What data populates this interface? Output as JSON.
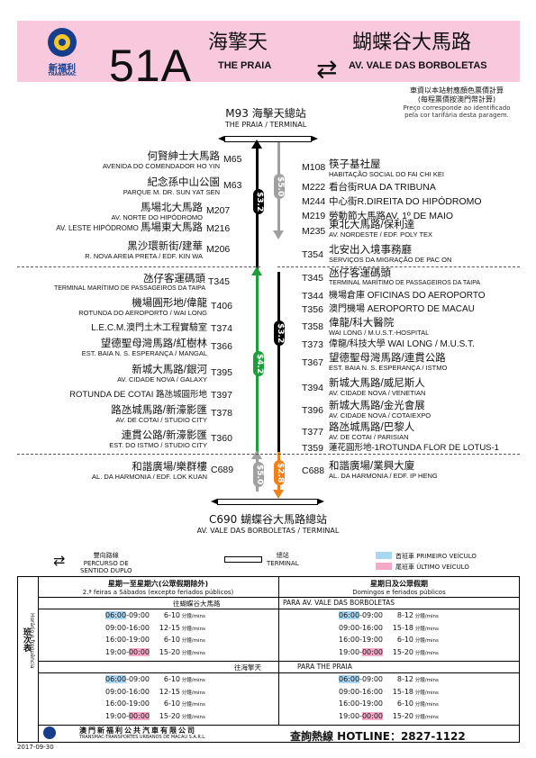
{
  "header": {
    "brand_cn": "新福利",
    "brand_en": "TRANSMAC",
    "route": "51A",
    "from_cn": "海擎天",
    "from_en": "THE PRAIA",
    "swap_symbol": "⇄",
    "to_cn": "蝴蝶谷大馬路",
    "to_en": "AV. VALE DAS BORBOLETAS"
  },
  "fare_note": {
    "line1": "車資以本站射應顏色票價計算",
    "line2": "(每程票價按澳門幣計算)",
    "line3": "Preço corresponde ao identificado",
    "line4": "pela cor tarifária desta paragem."
  },
  "terminal_top": {
    "code_cn": "M93 海擊天總站",
    "en": "THE PRAIA / TERMINAL"
  },
  "terminal_bottom": {
    "code_cn": "C690 蝴蝶谷大馬路總站",
    "en": "AV. VALE DAS BORBOLETAS / TERMINAL"
  },
  "fares": {
    "black_up": "$3.2",
    "grey_down": "$5.0",
    "black_down": "$3.2",
    "green_up": "$4.2",
    "grey_bottom": "$5.0",
    "orange_bottom": "$2.8",
    "colors": {
      "black": "#000000",
      "grey": "#a0a0a0",
      "green": "#1e9e3a",
      "orange": "#f07f1d"
    }
  },
  "left_stops": [
    {
      "code": "M65",
      "cn": "何賢紳士大馬路",
      "en": "AVENIDA DO COMENDADOR HO YIN"
    },
    {
      "code": "M63",
      "cn": "紀念孫中山公園",
      "en": "PARQUE M. DR. SUN YAT SEN"
    },
    {
      "code": "M207",
      "cn": "馬場北大馬路",
      "en": "AV. NORTE DO HIPÓDROMO"
    },
    {
      "code": "M216",
      "cn": "馬場東大馬路",
      "en": "AV. LESTE HIPÓDROMO"
    },
    {
      "code": "M206",
      "cn": "黑沙環新街/建華",
      "en": "R. NOVA AREIA PRETA / EDF. KIN WA"
    },
    {
      "code": "T345",
      "cn": "氹仔客運碼頭",
      "en": "TERMINAL MARÍTIMO DE PASSAGEIROS DA TAIPA"
    },
    {
      "code": "T406",
      "cn": "機場圓形地/偉龍",
      "en": "ROTUNDA DO AEROPORTO / WAI LONG"
    },
    {
      "code": "T374",
      "cn": "L.E.C.M.澳門土木工程實驗室",
      "en": ""
    },
    {
      "code": "T366",
      "cn": "望德聖母灣馬路/紅樹林",
      "en": "EST. BAIA N. S. ESPERANÇA / MANGAL"
    },
    {
      "code": "T395",
      "cn": "新城大馬路/銀河",
      "en": "AV. CIDADE NOVA / GALAXY"
    },
    {
      "code": "T397",
      "cn": "ROTUNDA DE COTAI 路氹城圓形地",
      "en": ""
    },
    {
      "code": "T378",
      "cn": "路氹城馬路/新濠影匯",
      "en": "AV. DE COTAI / STUDIO CITY"
    },
    {
      "code": "T360",
      "cn": "連貫公路/新濠影匯",
      "en": "EST. DO ISTMO / STUDIO CITY"
    },
    {
      "code": "C689",
      "cn": "和諧廣場/樂群樓",
      "en": "AL. DA HARMONIA / EDF. LOK KUAN"
    }
  ],
  "right_stops": [
    {
      "code": "M108",
      "cn": "筷子基社屋",
      "en": "HABITAÇÃO SOCIAL DO FAI CHI KEI"
    },
    {
      "code": "M222",
      "cn": "看台街RUA DA TRIBUNA",
      "en": ""
    },
    {
      "code": "M244",
      "cn": "中心街R.DIREITA DO HIPÓDROMO",
      "en": ""
    },
    {
      "code": "M219",
      "cn": "勞動節大馬路AV. 1º DE MAIO",
      "en": ""
    },
    {
      "code": "M235",
      "cn": "東北大馬路/保利達",
      "en": "AV. NORDESTE / EDF. POLY TEX"
    },
    {
      "code": "T354",
      "cn": "北安出入境事務廳",
      "en": "SERVIÇOS DA MIGRAÇÃO DE PAC ON"
    },
    {
      "code": "T345",
      "cn": "氹仔客運碼頭",
      "en": "TERMINAL MARÍTIMO DE PASSAGEIROS DA TAIPA"
    },
    {
      "code": "T344",
      "cn": "機場倉庫 OFICINAS DO AEROPORTO",
      "en": ""
    },
    {
      "code": "T356",
      "cn": "澳門機場 AEROPORTO DE MACAU",
      "en": ""
    },
    {
      "code": "T358",
      "cn": "偉龍/科大醫院",
      "en": "WAI LONG / M.U.S.T.-HOSPITAL"
    },
    {
      "code": "T373",
      "cn": "偉龍/科技大學 WAI LONG / M.U.S.T.",
      "en": ""
    },
    {
      "code": "T367",
      "cn": "望德聖母灣馬路/連貫公路",
      "en": "EST. BAIA N. S. ESPERANÇA / ISTMO"
    },
    {
      "code": "T394",
      "cn": "新城大馬路/威尼斯人",
      "en": "AV. CIDADE NOVA / VENETIAN"
    },
    {
      "code": "T396",
      "cn": "新城大馬路/金光會展",
      "en": "AV. CIDADE NOVA / COTAIEXPO"
    },
    {
      "code": "T377",
      "cn": "路氹城馬路/巴黎人",
      "en": "AV. DE COTAI / PARISIAN"
    },
    {
      "code": "T359",
      "cn": "蓮花圓形地-1ROTUNDA FLOR DE LOTUS-1",
      "en": ""
    },
    {
      "code": "C688",
      "cn": "和諧廣場/業興大廈",
      "en": "AL. DA HARMONIA / EDF. IP HENG"
    }
  ],
  "legend": {
    "double_cn": "雙向路線",
    "double_pt1": "PERCURSO DE",
    "double_pt2": "SENTIDO DUPLO",
    "terminal_cn": "總站",
    "terminal_pt": "TERMINAL",
    "first_cn": "首班車 PRIMEIRO VEÍCULO",
    "last_cn": "尾班車 ÚLTIMO VEÍCULO"
  },
  "schedule": {
    "side_cn": "班次表",
    "side_pt": "Horário e frequência",
    "weekday_title": "星期一至星期六(公眾假期除外)",
    "weekday_pt": "2.ª feiras a Sábados (excepto feriados públicos)",
    "holiday_title": "星期日及公眾假期",
    "holiday_pt": "Domingos e feriados públicos",
    "dir1_left": "往蝴蝶谷大馬路",
    "dir1_right": "PARA AV. VALE DAS BORBOLETAS",
    "dir2_left": "往海擎天",
    "dir2_right": "PARA THE PRAIA",
    "unit": "分鐘/mins",
    "dir1_weekday": [
      {
        "start": "06:00",
        "end": "09:00",
        "freq": "6-10"
      },
      {
        "start": "09:00",
        "end": "16:00",
        "freq": "12-15"
      },
      {
        "start": "16:00",
        "end": "19:00",
        "freq": "6-10"
      },
      {
        "start": "19:00",
        "end": "00:00",
        "freq": "15-20"
      }
    ],
    "dir1_holiday": [
      {
        "start": "06:00",
        "end": "09:00",
        "freq": "8-12"
      },
      {
        "start": "09:00",
        "end": "16:00",
        "freq": "15-18"
      },
      {
        "start": "16:00",
        "end": "19:00",
        "freq": "6-10"
      },
      {
        "start": "19:00",
        "end": "00:00",
        "freq": "15-20"
      }
    ],
    "dir2_weekday": [
      {
        "start": "06:00",
        "end": "09:00",
        "freq": "6-10"
      },
      {
        "start": "09:00",
        "end": "16:00",
        "freq": "12-15"
      },
      {
        "start": "16:00",
        "end": "19:00",
        "freq": "6-10"
      },
      {
        "start": "19:00",
        "end": "00:00",
        "freq": "15-20"
      }
    ],
    "dir2_holiday": [
      {
        "start": "06:00",
        "end": "09:00",
        "freq": "8-12"
      },
      {
        "start": "09:00",
        "end": "16:00",
        "freq": "15-18"
      },
      {
        "start": "16:00",
        "end": "19:00",
        "freq": "6-10"
      },
      {
        "start": "19:00",
        "end": "00:00",
        "freq": "15-20"
      }
    ]
  },
  "footer": {
    "company_cn": "澳門新福利公共汽車有限公司",
    "company_pt": "TRANSMAC-TRANSPORTES URBANOS DE MACAU S.A.R.L.",
    "hotline": "查詢熱線 HOTLINE：2827-1122"
  },
  "date": "2017-09-30"
}
